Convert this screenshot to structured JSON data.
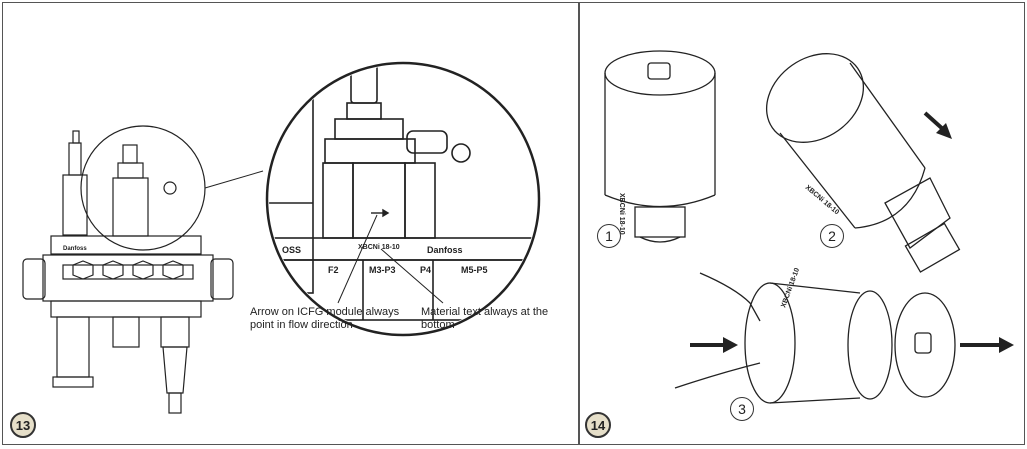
{
  "figure13": {
    "number": "13",
    "caption_arrow": "Arrow on ICFG module always point in flow direction",
    "caption_arrow_highlight": "ICFG",
    "caption_material": "Material text always at the bottom",
    "body_labels": {
      "brand_left": "Danfoss",
      "brand_right": "Danfoss",
      "oss": "OSS",
      "p2": "F2",
      "m3": "M3-P3",
      "p4": "P4",
      "m5": "M5-P5",
      "material": "XBCNi 18-10"
    }
  },
  "figure14": {
    "number": "14",
    "steps": [
      "1",
      "2",
      "3"
    ],
    "material_text": "XBCNi 18-10"
  },
  "colors": {
    "badge_fill": "#e6dfc9",
    "line": "#222222"
  }
}
